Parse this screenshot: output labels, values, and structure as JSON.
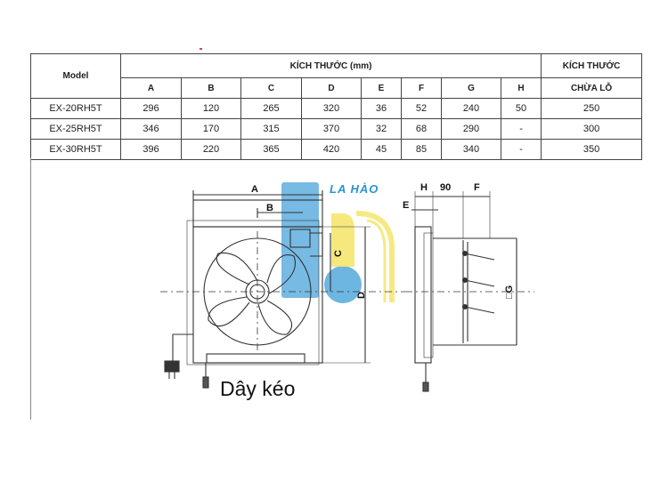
{
  "table": {
    "model_header": "Model",
    "dimensions_header": "KÍCH THƯỚC (mm)",
    "hole_header_line1": "KÍCH THƯỚC",
    "hole_header_line2": "CHỪA LỖ",
    "columns": [
      "A",
      "B",
      "C",
      "D",
      "E",
      "F",
      "G",
      "H"
    ],
    "rows": [
      {
        "model": "EX-20RH5T",
        "values": [
          "296",
          "120",
          "265",
          "320",
          "36",
          "52",
          "240",
          "50"
        ],
        "hole": "250"
      },
      {
        "model": "EX-25RH5T",
        "values": [
          "346",
          "170",
          "315",
          "370",
          "32",
          "68",
          "290",
          "-"
        ],
        "hole": "300"
      },
      {
        "model": "EX-30RH5T",
        "values": [
          "396",
          "220",
          "365",
          "420",
          "45",
          "85",
          "340",
          "-"
        ],
        "hole": "350"
      }
    ]
  },
  "drawing": {
    "label_a": "A",
    "label_b": "B",
    "label_c": "C",
    "label_d": "D",
    "label_e": "E",
    "label_h": "H",
    "label_90": "90",
    "label_f": "F",
    "label_g": "□G",
    "caption": "Dây kéo"
  },
  "watermark": {
    "brand": "LA HÀO",
    "colors": {
      "blue": "#2a93d5",
      "yellow": "#f3df4a"
    }
  }
}
